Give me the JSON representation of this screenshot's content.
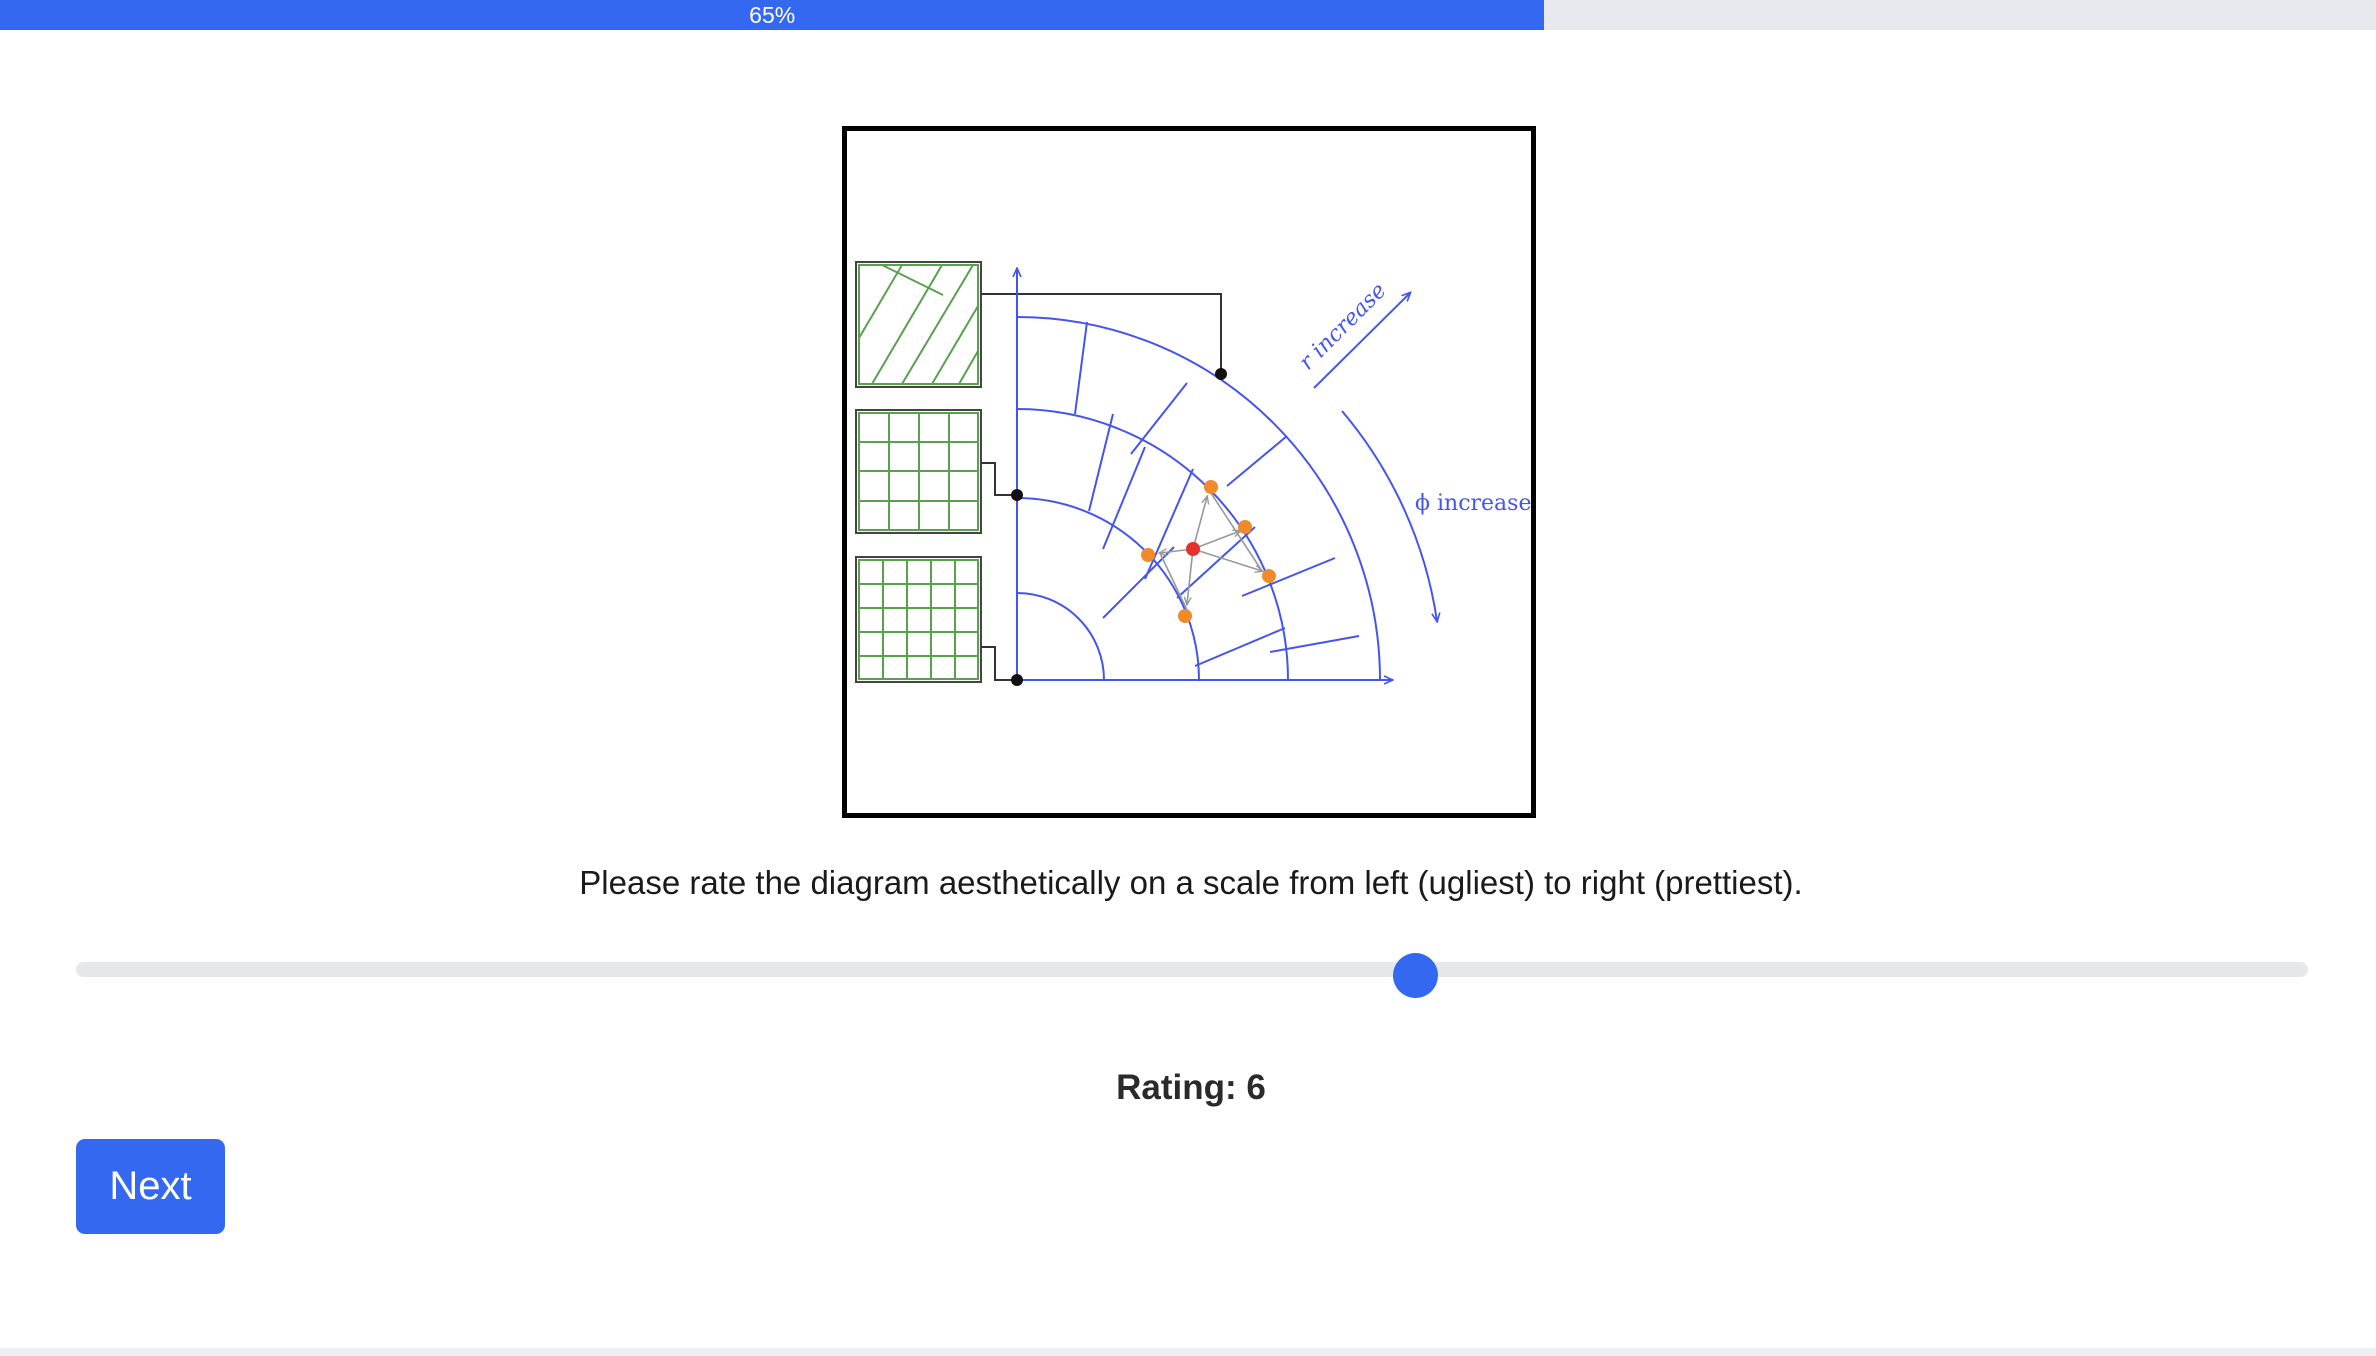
{
  "progress": {
    "label": "65%",
    "value": 0.65
  },
  "diagram": {
    "r_label": "r increase",
    "phi_label": "ϕ increase"
  },
  "question": {
    "text": "Please rate the diagram aesthetically on a scale from left (ugliest) to right (prettiest)."
  },
  "slider": {
    "value": 6,
    "position_fraction": 0.6
  },
  "rating": {
    "text": "Rating: 6"
  },
  "next_button": {
    "label": "Next"
  },
  "colors": {
    "accent": "#3468f0",
    "track": "#e6e7eb",
    "grid_blue": "#4455ee",
    "grid_green": "#5aa050",
    "node_orange": "#f08a2a",
    "node_red": "#e53030"
  }
}
